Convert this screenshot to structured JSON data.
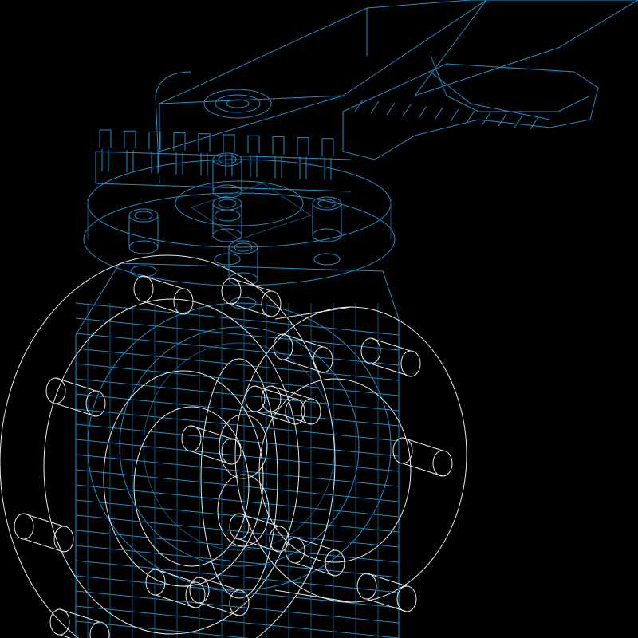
{
  "drawing": {
    "subject": "butterfly-valve-wireframe",
    "view": "isometric",
    "background_color": "#000000",
    "line_colors": {
      "body": "#1e90c8",
      "body_dim": "#0f5f8c",
      "flange": "#e8ecf0"
    },
    "components": [
      "lever-handle",
      "notched-plate",
      "gear-ring",
      "stem-bolts",
      "valve-body",
      "rear-flange",
      "front-flange",
      "flange-bolts",
      "disc"
    ],
    "counts": {
      "plate_notches": 10,
      "flange_bolts_front": 8,
      "flange_bolts_rear": 8,
      "stem_bolts": 5
    }
  }
}
